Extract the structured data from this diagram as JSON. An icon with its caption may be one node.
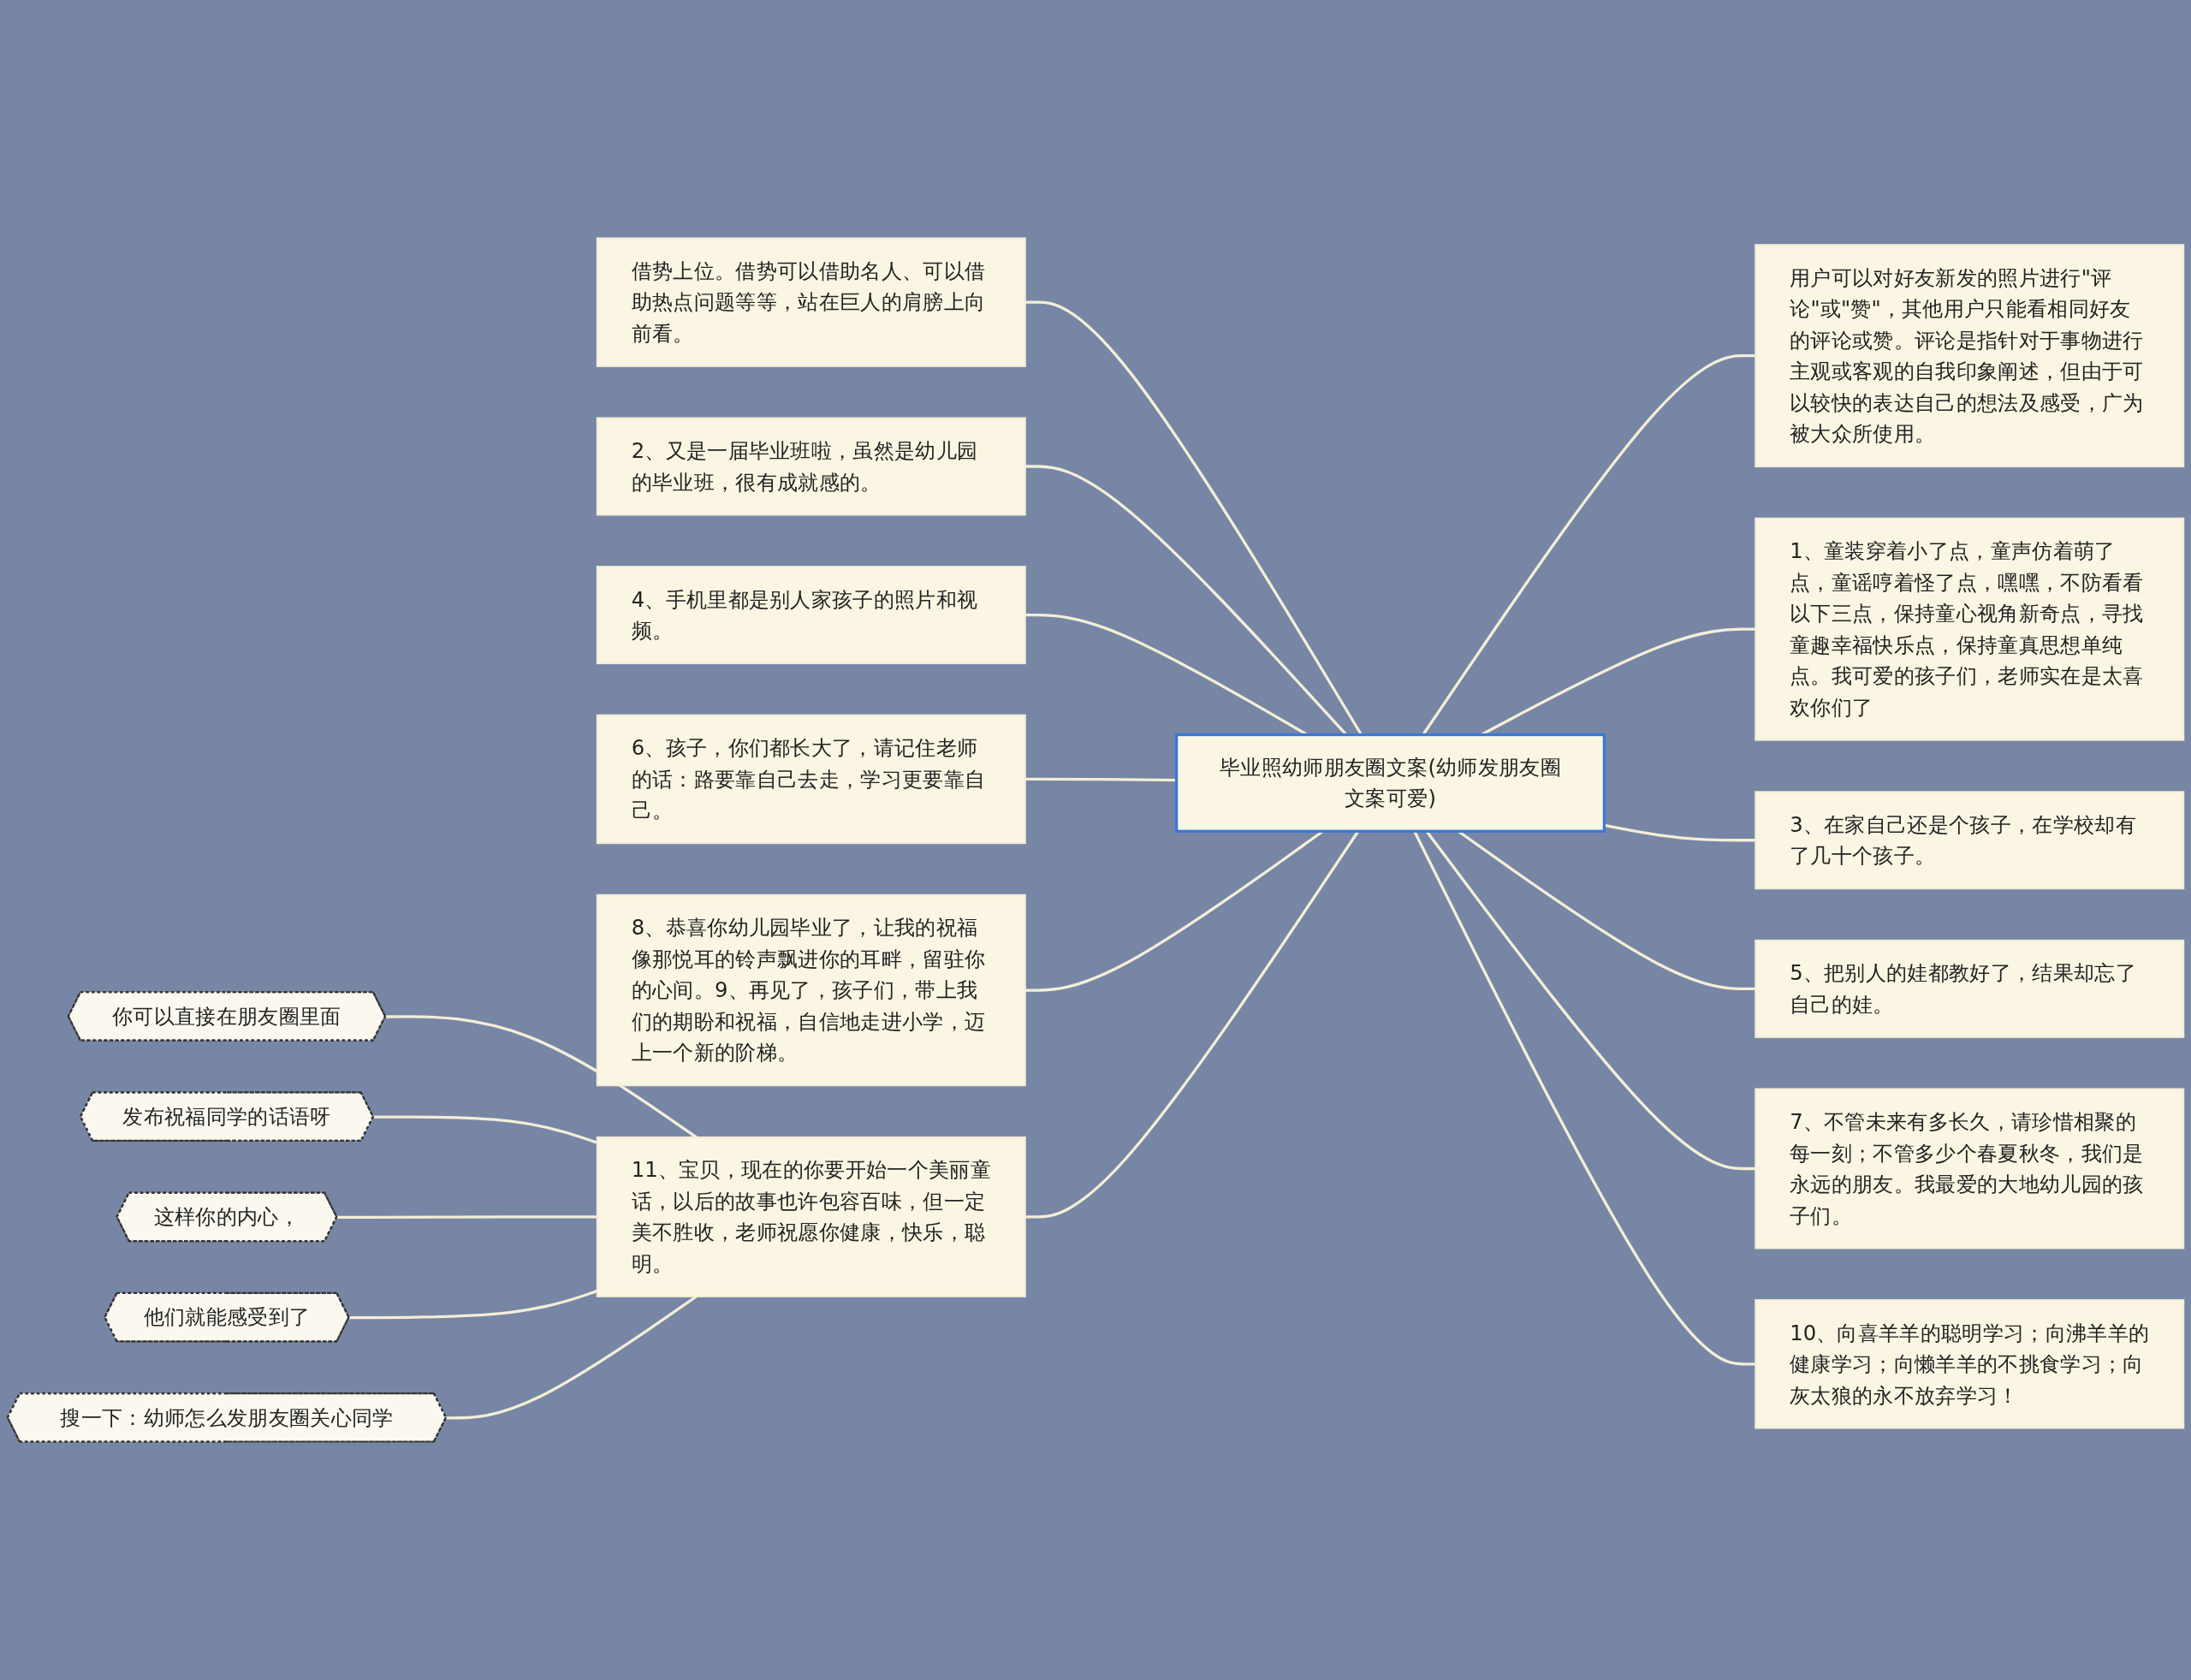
{
  "diagram": {
    "nodes": [
      {
        "text": [
          "毕业照幼师朋友圈文案(幼师发朋友圈文案可爱)"
        ]
      },
      {
        "text": [
          "借势上位。借势可以借助名人、可以借助热点问题等等，站在巨人的肩膀上向前看。"
        ]
      },
      {
        "text": [
          "2、又是一届毕业班啦，虽然是幼儿园的毕业班，很有成就感的。"
        ]
      },
      {
        "text": [
          "4、手机里都是别人家孩子的照片和视频。"
        ]
      },
      {
        "text": [
          "6、孩子，你们都长大了，请记住老师的话：路要靠自己去走，学习更要靠自己。"
        ]
      },
      {
        "text": [
          "8、恭喜你幼儿园毕业了，让我的祝福像那悦耳的铃声飘进你的耳畔，留驻你的心间。9、再见了，孩子们，带上我们的期盼和祝福，自信地走进小学，迈上一个新的阶梯。"
        ]
      },
      {
        "text": [
          "11、宝贝，现在的你要开始一个美丽童话，以后的故事也许包容百味，但一定美不胜收，老师祝愿你健康，快乐，聪明。"
        ]
      },
      {
        "text": [
          "你可以直接在朋友圈里面"
        ]
      },
      {
        "text": [
          "发布祝福同学的话语呀"
        ]
      },
      {
        "text": [
          "这样你的内心，"
        ]
      },
      {
        "text": [
          "他们就能感受到了"
        ]
      },
      {
        "text": [
          "搜一下：幼师怎么发朋友圈关心同学"
        ]
      },
      {
        "text": [
          "用户可以对好友新发的照片进行\"评论\"或\"赞\"，其他用户只能看相同好友的评论或赞。评论是指针对于事物进行主观或客观的自我印象阐述，但由于可以较快的表达自己的想法及感受，广为被大众所使用。"
        ]
      },
      {
        "text": [
          "1、童装穿着小了点，童声仿着萌了点，童谣哼着怪了点，嘿嘿，不防看看以下三点，保持童心视角新奇点，寻找童趣幸福快乐点，保持童真思想单纯点。我可爱的孩子们，老师实在是太喜欢你们了"
        ]
      },
      {
        "text": [
          "3、在家自己还是个孩子，在学校却有了几十个孩子。"
        ]
      },
      {
        "text": [
          "5、把别人的娃都教好了，结果却忘了自己的娃。"
        ]
      },
      {
        "text": [
          "7、不管未来有多长久，请珍惜相聚的每一刻；不管多少个春夏秋冬，我们是永远的朋友。我最爱的大地幼儿园的孩子们。"
        ]
      },
      {
        "text": [
          "10、向喜羊羊的聪明学习；向沸羊羊的健康学习；向懒羊羊的不挑食学习；向灰太狼的永不放弃学习！"
        ]
      }
    ],
    "edges": [
      {
        "from": 1,
        "to": 0,
        "arrow": "none"
      },
      {
        "from": 2,
        "to": 0,
        "arrow": "none"
      },
      {
        "from": 3,
        "to": 0,
        "arrow": "none"
      },
      {
        "from": 4,
        "to": 0,
        "arrow": "none"
      },
      {
        "from": 5,
        "to": 0,
        "arrow": "none"
      },
      {
        "from": 6,
        "to": 0,
        "arrow": "none"
      },
      {
        "from": 7,
        "to": 6,
        "arrow": "none"
      },
      {
        "from": 8,
        "to": 6,
        "arrow": "none"
      },
      {
        "from": 9,
        "to": 6,
        "arrow": "none"
      },
      {
        "from": 10,
        "to": 6,
        "arrow": "none"
      },
      {
        "from": 11,
        "to": 6,
        "arrow": "none"
      },
      {
        "from": 0,
        "to": 12,
        "arrow": "none"
      },
      {
        "from": 0,
        "to": 13,
        "arrow": "none"
      },
      {
        "from": 0,
        "to": 14,
        "arrow": "none"
      },
      {
        "from": 0,
        "to": 15,
        "arrow": "none"
      },
      {
        "from": 0,
        "to": 16,
        "arrow": "none"
      },
      {
        "from": 0,
        "to": 17,
        "arrow": "none"
      }
    ]
  }
}
